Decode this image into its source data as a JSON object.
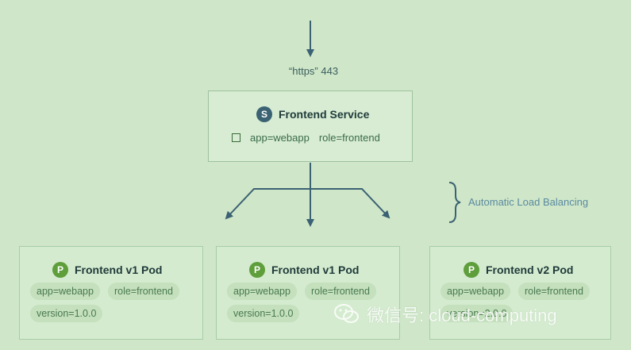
{
  "ingress": {
    "caption": "“https” 443"
  },
  "service": {
    "badge": "S",
    "title": "Frontend Service",
    "labels": [
      "app=webapp",
      "role=frontend"
    ]
  },
  "load_balancing": {
    "label": "Automatic Load Balancing"
  },
  "pods": [
    {
      "badge": "P",
      "title": "Frontend v1 Pod",
      "labels": [
        "app=webapp",
        "role=frontend",
        "version=1.0.0"
      ]
    },
    {
      "badge": "P",
      "title": "Frontend v1 Pod",
      "labels": [
        "app=webapp",
        "role=frontend",
        "version=1.0.0"
      ]
    },
    {
      "badge": "P",
      "title": "Frontend v2 Pod",
      "labels": [
        "app=webapp",
        "role=frontend",
        "version=2.0.0"
      ]
    }
  ],
  "watermark": {
    "text": "微信号: cloud-computing"
  },
  "colors": {
    "arrow": "#3b6273",
    "service_badge": "#3b6273",
    "pod_badge": "#5e9e3b",
    "background": "#cfe6c8"
  }
}
